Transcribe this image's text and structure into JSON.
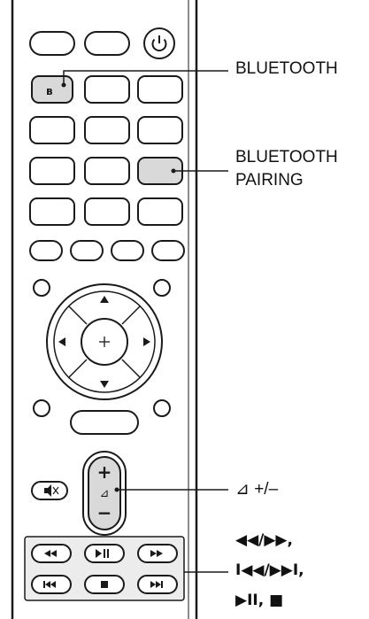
{
  "callouts": {
    "bluetooth": "BLUETOOTH",
    "pairing_line1": "BLUETOOTH",
    "pairing_line2": "PAIRING",
    "volume": "⊿ +/–",
    "media_line1": "◀◀/▶▶,",
    "media_line2": "I◀◀/▶▶I,",
    "media_line3": "▶II, ■"
  },
  "remote_labels": {
    "power_icon": "power-icon",
    "bt_glyph": "ʙ",
    "volume_plus": "+",
    "volume_minus": "−",
    "volume_symbol": "⊿",
    "mute_icon": "mute-icon"
  },
  "colors": {
    "outline": "#1a1a1a",
    "highlight": "#d9d9d9",
    "highlight_dark": "#bdbdbd"
  }
}
